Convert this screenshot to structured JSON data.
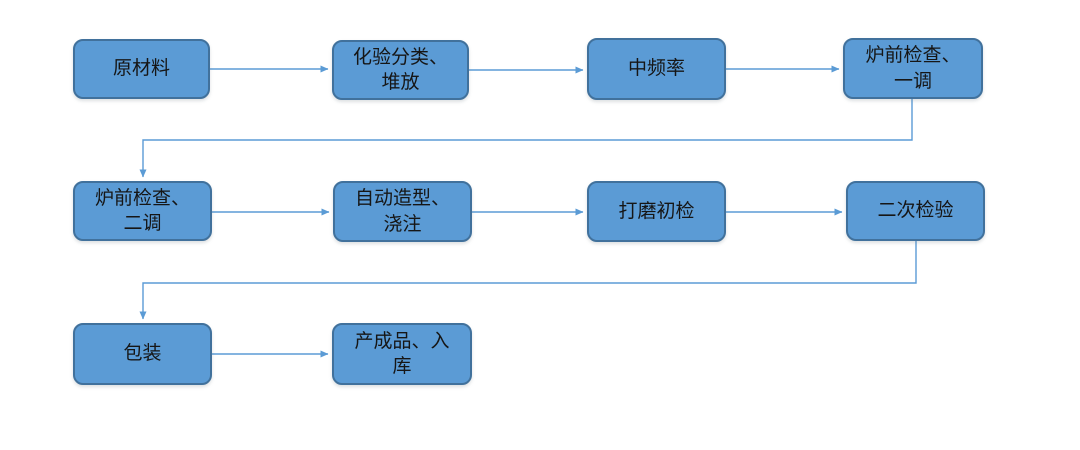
{
  "diagram": {
    "type": "flowchart",
    "colors": {
      "node_fill": "#5b9bd5",
      "node_border": "#41719c",
      "connector": "#5b9bd5",
      "text": "#161616",
      "background": "#ffffff"
    },
    "nodes": [
      {
        "id": "raw-material",
        "label": "原材料"
      },
      {
        "id": "test-classify-stack",
        "label": "化验分类、\n堆放"
      },
      {
        "id": "medium-frequency",
        "label": "中频率"
      },
      {
        "id": "furnace-check-first-adjust",
        "label": "炉前检查、\n一调"
      },
      {
        "id": "furnace-check-second-adjust",
        "label": "炉前检查、\n二调"
      },
      {
        "id": "auto-molding-pouring",
        "label": "自动造型、\n浇注"
      },
      {
        "id": "grinding-initial-inspection",
        "label": "打磨初检"
      },
      {
        "id": "secondary-inspection",
        "label": "二次检验"
      },
      {
        "id": "packaging",
        "label": "包装"
      },
      {
        "id": "finished-goods-warehousing",
        "label": "产成品、入\n库"
      }
    ],
    "edges": [
      {
        "from": "raw-material",
        "to": "test-classify-stack"
      },
      {
        "from": "test-classify-stack",
        "to": "medium-frequency"
      },
      {
        "from": "medium-frequency",
        "to": "furnace-check-first-adjust"
      },
      {
        "from": "furnace-check-first-adjust",
        "to": "furnace-check-second-adjust"
      },
      {
        "from": "furnace-check-second-adjust",
        "to": "auto-molding-pouring"
      },
      {
        "from": "auto-molding-pouring",
        "to": "grinding-initial-inspection"
      },
      {
        "from": "grinding-initial-inspection",
        "to": "secondary-inspection"
      },
      {
        "from": "secondary-inspection",
        "to": "packaging"
      },
      {
        "from": "packaging",
        "to": "finished-goods-warehousing"
      }
    ]
  }
}
